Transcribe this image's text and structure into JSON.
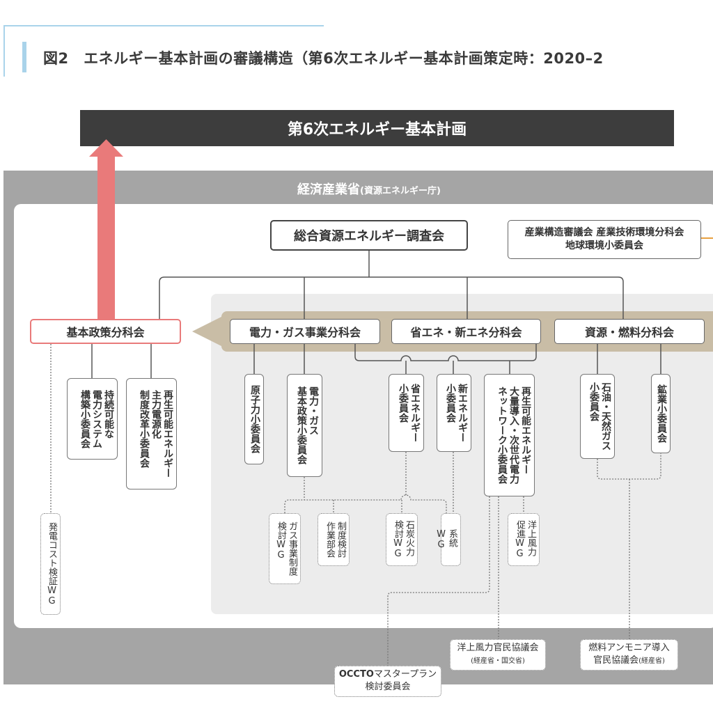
{
  "title": "図2　エネルギー基本計画の審議構造（第6次エネルギー基本計画策定時：2020–2",
  "plan": "第6次エネルギー基本計画",
  "ministry": {
    "name": "経済産業省",
    "sub": "(資源エネルギー庁)"
  },
  "council": "総合資源エネルギー調査会",
  "industrial_council": "産業構造審議会 産業技術環境分科会\n地球環境小委員会",
  "subcommittees": {
    "basic_policy": "基本政策分科会",
    "electricity_gas": "電力・ガス事業分科会",
    "energy_saving": "省エネ・新エネ分科会",
    "resources_fuel": "資源・燃料分科会"
  },
  "committees": {
    "sustainable_power": "持続可能な\n電力システム\n構築小委員会",
    "renewable_main": "再生可能エネルギー\n主力電源化\n制度改革小委員会",
    "nuclear": "原子力小委員会",
    "elec_gas_policy": "電力・ガス\n基本政策小委員会",
    "energy_saving": "省エネルギー\n小委員会",
    "new_energy": "新エネルギー\n小委員会",
    "renewable_network": "再生可能エネルギー\n大量導入・次世代電力\nネットワーク小委員会",
    "oil_gas": "石油・天然ガス\n小委員会",
    "mining": "鉱業小委員会"
  },
  "working_groups": {
    "power_cost": "発電コスト検証WG",
    "gas_system": "ガス事業制度\n検討WG",
    "system_review": "制度検討\n作業部会",
    "coal": "石炭火力\n検討WG",
    "grid": "系統\nWG",
    "offshore_wind": "洋上風力\n促進WG"
  },
  "external": {
    "offshore_council": "洋上風力官民協議会",
    "offshore_council_sub": "(経産省・国交省)",
    "ammonia_council": "燃料アンモニア導入",
    "ammonia_council_2": "官民協議会",
    "ammonia_council_sub": "(経産省)",
    "occto_bold": "OCCTO",
    "occto": "マスタープラン",
    "occto_2": "検討委員会"
  },
  "colors": {
    "arrow": "#e97a7a",
    "plan_bar": "#3d3d3d",
    "band": "#c9bda6",
    "accent": "#a9d3ea"
  }
}
